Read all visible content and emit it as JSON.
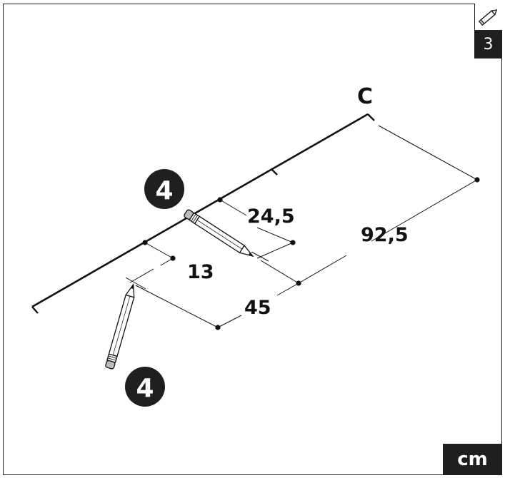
{
  "header": {
    "step_number": "3",
    "pencil_icon": "pencil-icon"
  },
  "diagram": {
    "point_label": "C",
    "callouts": [
      "4",
      "4"
    ],
    "dimensions": {
      "d1": "24,5",
      "d2": "92,5",
      "d3": "13",
      "d4": "45"
    }
  },
  "footer": {
    "unit": "cm"
  },
  "colors": {
    "ink": "#111111",
    "box_fill": "#1f1f1f",
    "pencil_body": "#ffffff",
    "eraser": "#bdbdbd"
  }
}
